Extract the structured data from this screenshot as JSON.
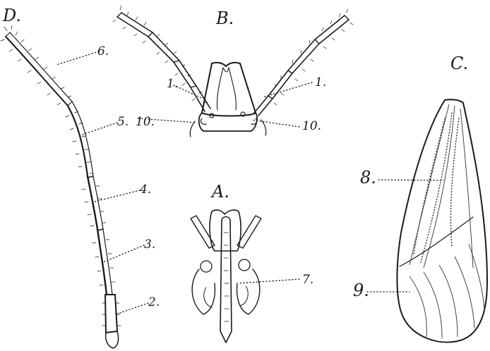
{
  "figures": {
    "A": {
      "label": "A."
    },
    "B": {
      "label": "B."
    },
    "C": {
      "label": "C."
    },
    "D": {
      "label": "D."
    }
  },
  "callouts": {
    "n1_left": "1.",
    "n1_right": "1.",
    "n2": "2.",
    "n3": "3.",
    "n4": "4.",
    "n5": "5.",
    "n6": "6.",
    "n7": "7.",
    "n8": "8.",
    "n9": "9.",
    "n10_left": "10.",
    "n10_right": "10."
  }
}
